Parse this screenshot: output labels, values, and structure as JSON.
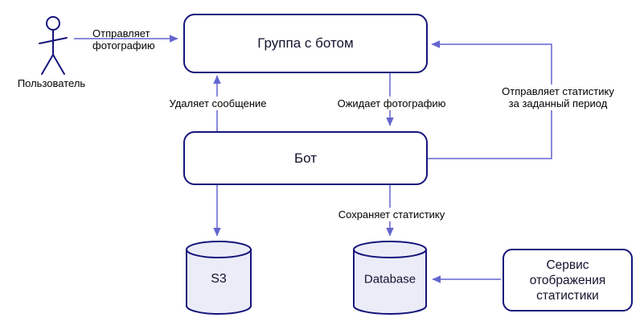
{
  "actor": {
    "label": "Пользователь"
  },
  "nodes": {
    "group": {
      "label": "Группа с ботом"
    },
    "bot": {
      "label": "Бот"
    },
    "s3": {
      "label": "S3"
    },
    "database": {
      "label": "Database"
    },
    "stats_service": {
      "lines": [
        "Сервис",
        "отображения",
        "статистики"
      ]
    }
  },
  "edges": {
    "send_photo": {
      "lines": [
        "Отправляет",
        "фотографию"
      ]
    },
    "delete_message": {
      "label": "Удаляет сообщение"
    },
    "wait_photo": {
      "label": "Ожидает фотографию"
    },
    "send_stats": {
      "lines": [
        "Отправляет статистику",
        "за заданный период"
      ]
    },
    "save_stats": {
      "label": "Сохраняет статистику"
    }
  },
  "colors": {
    "border": "#15157b",
    "arrow": "#6464cf",
    "cylinder_fill": "#ebecf8",
    "background": "#ffffff"
  }
}
